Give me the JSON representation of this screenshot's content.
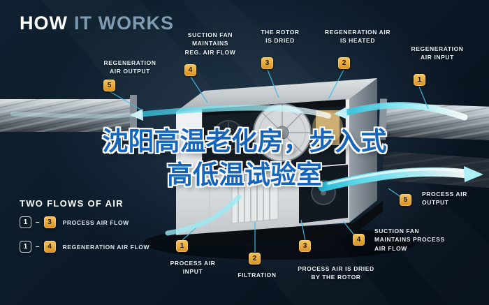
{
  "title": {
    "part1": "HOW",
    "part2": "IT WORKS"
  },
  "overlay": {
    "line1": "沈阳高温老化房，步入式",
    "line2": "高低温试验室"
  },
  "callouts": [
    {
      "id": "regeneration-air-output",
      "num": "5",
      "text": "REGENERATION\nAIR OUTPUT"
    },
    {
      "id": "suction-fan-reg-air-flow",
      "num": "4",
      "text": "SUCTION FAN\nMAINTAINS\nREG. AIR FLOW"
    },
    {
      "id": "rotor-is-dried",
      "num": "3",
      "text": "THE ROTOR\nIS DRIED"
    },
    {
      "id": "regeneration-air-heated",
      "num": "2",
      "text": "REGENERATION AIR\nIS HEATED"
    },
    {
      "id": "regeneration-air-input",
      "num": "1",
      "text": "REGENERATION\nAIR INPUT"
    },
    {
      "id": "process-air-output",
      "num": "5",
      "text": "PROCESS AIR\nOUTPUT"
    },
    {
      "id": "suction-fan-process-air-flow",
      "num": "4",
      "text": "SUCTION FAN\nMAINTAINS PROCESS\nAIR FLOW"
    },
    {
      "id": "process-air-dried-by-rotor",
      "num": "3",
      "text": "PROCESS AIR IS DRIED\nBY THE ROTOR"
    },
    {
      "id": "filtration",
      "num": "2",
      "text": "FILTRATION"
    },
    {
      "id": "process-air-input",
      "num": "1",
      "text": "PROCESS AIR\nINPUT"
    }
  ],
  "legend": {
    "heading": "TWO FLOWS OF AIR",
    "separator": "–",
    "rows": [
      {
        "from": "1",
        "to": "3",
        "label": "PROCESS AIR FLOW"
      },
      {
        "from": "1",
        "to": "4",
        "label": "REGENERATION AIR FLOW"
      }
    ]
  },
  "colors": {
    "background": "#0b1826",
    "accent_cyan": "#45b9dc",
    "swoosh_teal": "#2cc5e2",
    "badge_gold": "#e9a33c",
    "title_secondary": "#7f9cb2",
    "overlay_blue": "#1565bd"
  }
}
